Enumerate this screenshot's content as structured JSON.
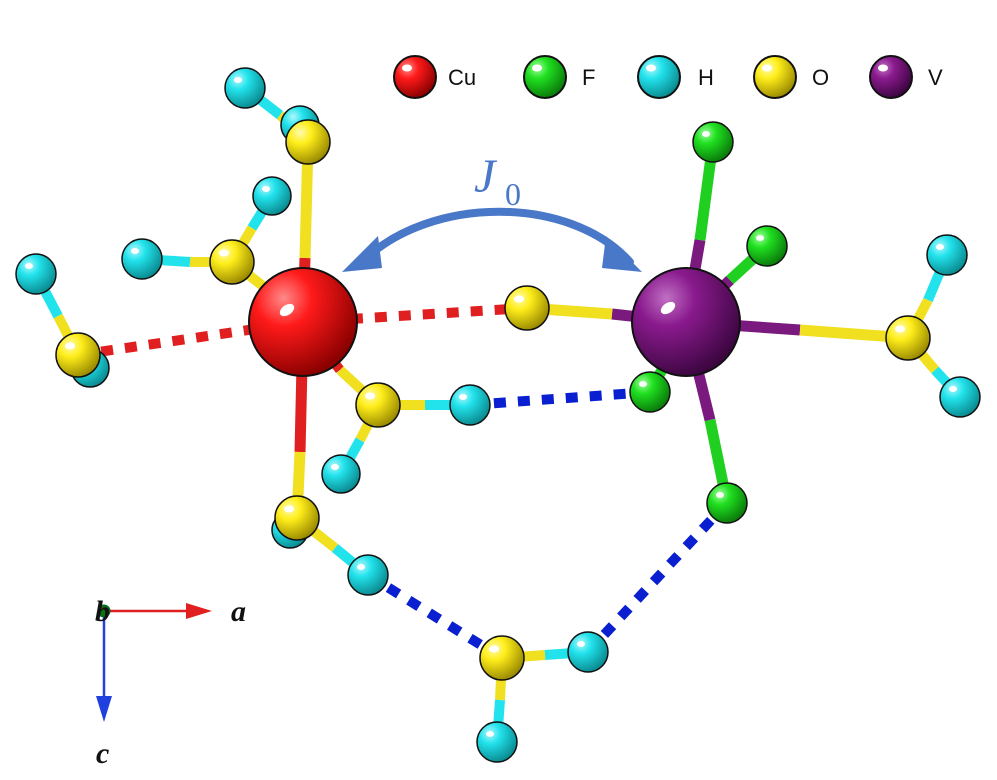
{
  "legend": [
    {
      "label": "Cu",
      "color": "#ff1a1a",
      "dark": "#8a0000"
    },
    {
      "label": "F",
      "color": "#20e020",
      "dark": "#0a7a0a"
    },
    {
      "label": "H",
      "color": "#22e3ec",
      "dark": "#0a8a90"
    },
    {
      "label": "O",
      "color": "#ffee1a",
      "dark": "#9a8a00"
    },
    {
      "label": "V",
      "color": "#8a1a8e",
      "dark": "#3c0640"
    }
  ],
  "coupling": {
    "symbol": "J",
    "subscript": "0",
    "color": "#4a78c8"
  },
  "axes": {
    "a": "a",
    "b": "b",
    "c": "c"
  },
  "colors": {
    "Cu_bond": "#e02020",
    "V_bond": "#7a1a7e",
    "F_bond": "#20d020",
    "O_bond": "#f0e020",
    "H_bond": "#22e3ec",
    "hbond_dark": "#0a20d0",
    "axis_a": "#e02020",
    "axis_c": "#2040e0",
    "axis_b": "#107010"
  }
}
